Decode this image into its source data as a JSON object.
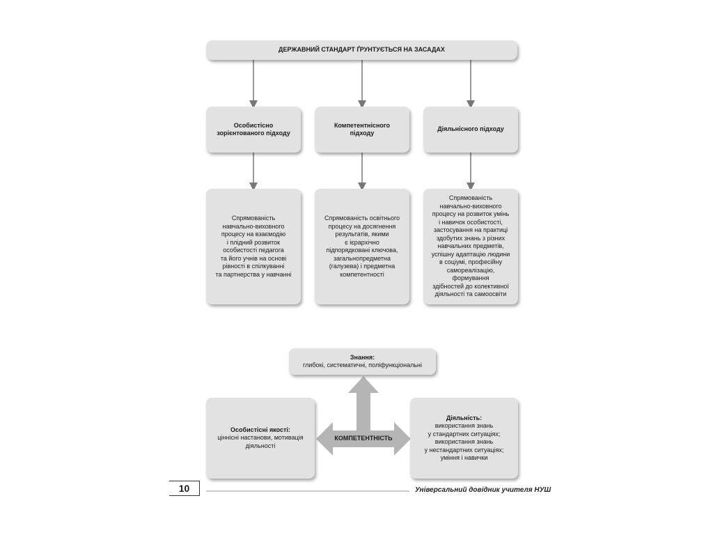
{
  "top": {
    "title": "ДЕРЖАВНИЙ СТАНДАРТ ҐРУНТУЄТЬСЯ НА ЗАСАДАХ"
  },
  "approaches": [
    {
      "name": "Особистісно\nзорієнтованого підходу",
      "desc": "Спрямованість\nнавчально-виховного\nпроцесу на взаємодію\nі плідний розвиток\nособистості педагога\nта його учнів на основі\nрівності в спілкуванні\nта партнерства у навчанні"
    },
    {
      "name": "Компетентнісного\nпідходу",
      "desc": "Спрямованість освітнього\nпроцесу на досягнення\nрезультатів, якими\nє ієрархічно\nпідпорядковані ключова,\nзагальнопредметна\n(галузева) і предметна\nкомпетентності"
    },
    {
      "name": "Діяльнісного підходу",
      "desc": "Спрямованість\nнавчально-виховного\nпроцесу на розвиток умінь\nі навичок особистості,\nзастосування на практиці\nздобутих знань з різних\nнавчальних предметів,\nуспішну адаптацію людини\nв соціумі, професійну\nсамореалізацію, формування\nздібностей до колективної\nдіяльності та самоосвіти"
    }
  ],
  "competence": {
    "center": "КОМПЕТЕНТНІСТЬ",
    "knowledge": {
      "title": "Знання:",
      "text": "глибокі, систематичні, поліфункціональні"
    },
    "personal": {
      "title": "Особистісні якості:",
      "text": "ціннісні настанови, мотивація\nдіяльності"
    },
    "activity": {
      "title": "Діяльність:",
      "text": "використання знань\nу стандартних ситуаціях;\nвикористання знань\nу нестандартних ситуаціях;\nуміння і навички"
    }
  },
  "footer": {
    "page_number": "10",
    "book_title": "Універсальний довідник учителя НУШ"
  },
  "colors": {
    "box_fill": "#e2e2e2",
    "arrow_fill": "#b5b5b5",
    "connector": "#777777"
  }
}
